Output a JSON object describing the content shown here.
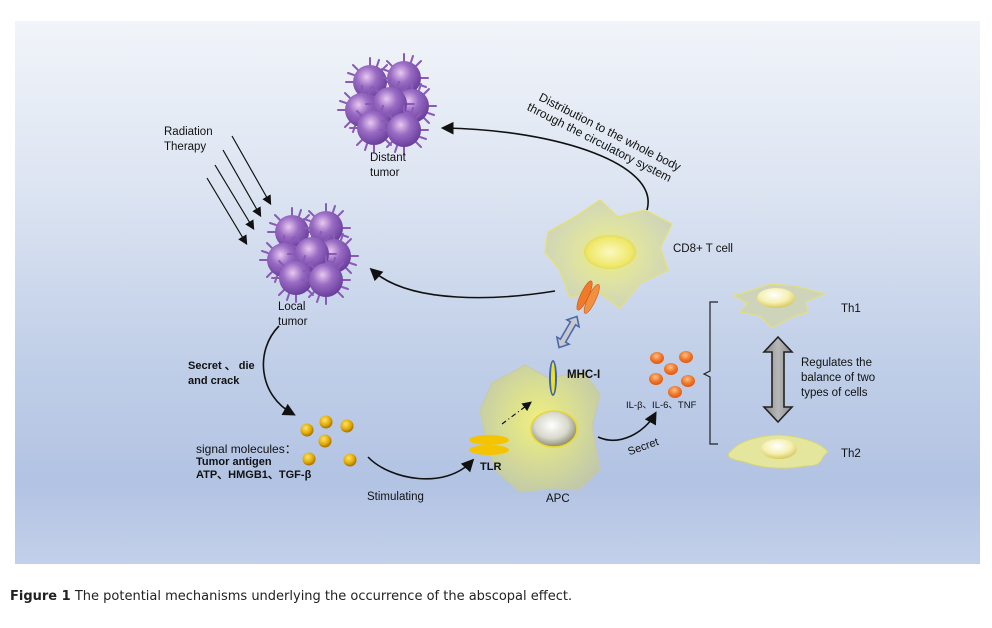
{
  "figure": {
    "caption_label": "Figure 1",
    "caption_text": "The potential mechanisms underlying the occurrence of the abscopal effect."
  },
  "labels": {
    "radiation_line1": "Radiation",
    "radiation_line2": "Therapy",
    "distant_line1": "Distant",
    "distant_line2": "tumor",
    "local_line1": "Local",
    "local_line2": "tumor",
    "distribution_line1": "Distribution to the whole body",
    "distribution_line2": "through the circulatory system",
    "cd8": "CD8+ T cell",
    "secret_die_line1": "Secret 、 die",
    "secret_die_line2": "and crack",
    "signal_line1": "signal molecules：",
    "signal_line2": "Tumor antigen",
    "signal_line3": "ATP、HMGB1、TGF-β",
    "stimulating": "Stimulating",
    "tlr": "TLR",
    "mhc": "MHC-I",
    "apc": "APC",
    "cytokines": "IL-β、IL-6、TNF",
    "secret": "Secret",
    "th1": "Th1",
    "th2": "Th2",
    "regulates_line1": "Regulates the",
    "regulates_line2": "balance of two",
    "regulates_line3": "types of cells"
  },
  "colors": {
    "tumor": "#8a5bb5",
    "signal_molecule": "#e0a800",
    "cytokine": "#f07a2a",
    "cell_body": "#d8dcaa",
    "nucleus": "#f2ee8a"
  }
}
